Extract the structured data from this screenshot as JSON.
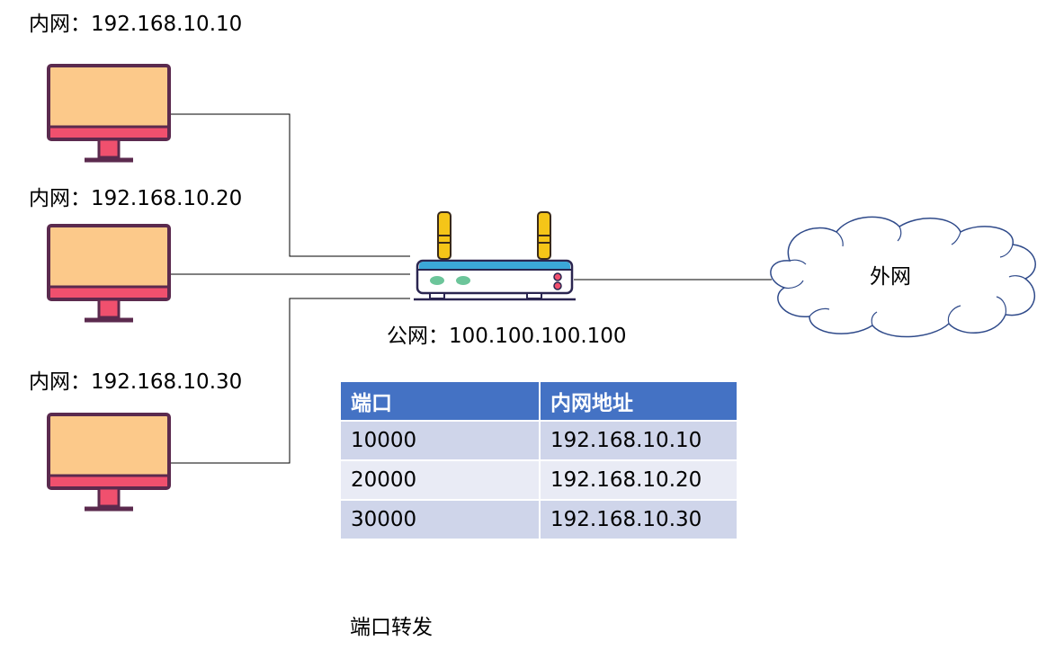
{
  "hosts": [
    {
      "label": "内网：192.168.10.10"
    },
    {
      "label": "内网：192.168.10.20"
    },
    {
      "label": "内网：192.168.10.30"
    }
  ],
  "router": {
    "label": "公网：100.100.100.100"
  },
  "cloud": {
    "label": "外网"
  },
  "table": {
    "headers": [
      "端口",
      "内网地址"
    ],
    "rows": [
      [
        "10000",
        "192.168.10.10"
      ],
      [
        "20000",
        "192.168.10.20"
      ],
      [
        "30000",
        "192.168.10.30"
      ]
    ]
  },
  "caption": "端口转发",
  "colors": {
    "monitor_screen": "#fcc98a",
    "monitor_frame": "#5b2a4e",
    "monitor_stand": "#f0506e",
    "router_body": "#ffffff",
    "router_top": "#3ba7d8",
    "router_led": "#6cc59a",
    "antenna": "#f5c518",
    "cloud_outline": "#2f4a8a",
    "table_header": "#4472c4",
    "table_row_odd": "#cfd5ea",
    "table_row_even": "#e9ebf5"
  }
}
